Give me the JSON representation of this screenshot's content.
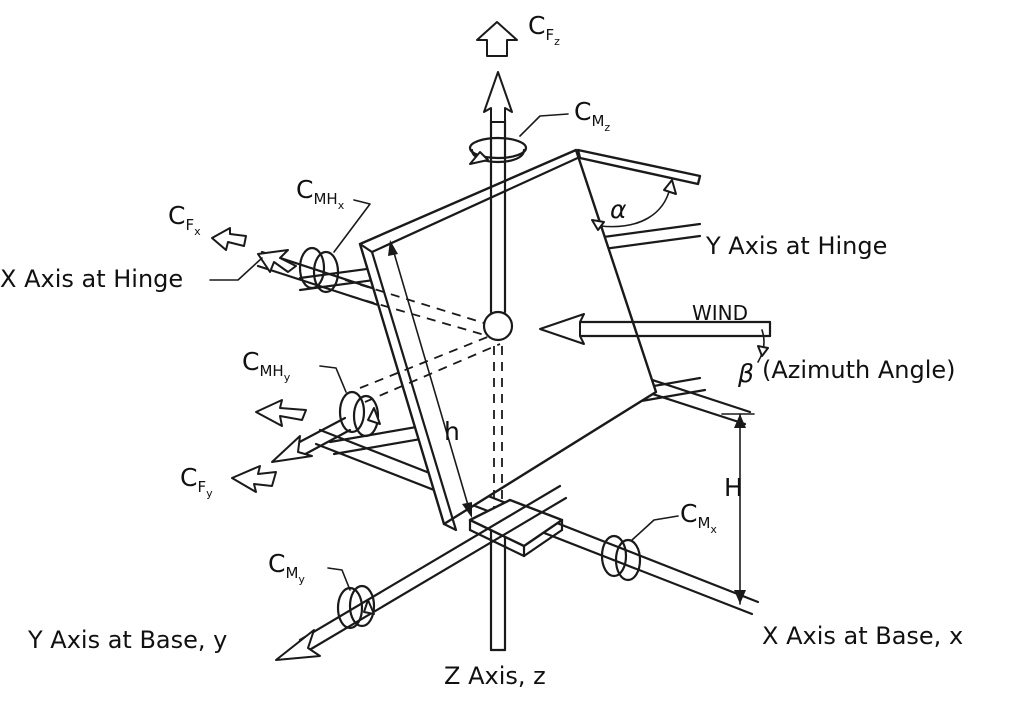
{
  "labels": {
    "cfz": {
      "main": "C",
      "sub": "F",
      "subsub": "z"
    },
    "cmz": {
      "main": "C",
      "sub": "M",
      "subsub": "z"
    },
    "cmhx": {
      "main": "C",
      "sub": "MH",
      "subsub": "x"
    },
    "cfx": {
      "main": "C",
      "sub": "F",
      "subsub": "x"
    },
    "cmhy": {
      "main": "C",
      "sub": "MH",
      "subsub": "y"
    },
    "cfy": {
      "main": "C",
      "sub": "F",
      "subsub": "y"
    },
    "cmy": {
      "main": "C",
      "sub": "M",
      "subsub": "y"
    },
    "cmx": {
      "main": "C",
      "sub": "M",
      "subsub": "x"
    },
    "alpha": "α",
    "beta": "β",
    "azimuth": "(Azimuth Angle)",
    "wind": "WIND",
    "h_small": "h",
    "h_big": "H",
    "x_axis_hinge": "X  Axis at Hinge",
    "y_axis_hinge": "Y  Axis at Hinge",
    "y_axis_base": "Y  Axis  at Base, y",
    "x_axis_base": "X  Axis at Base, x",
    "z_axis": "Z  Axis,  z"
  }
}
